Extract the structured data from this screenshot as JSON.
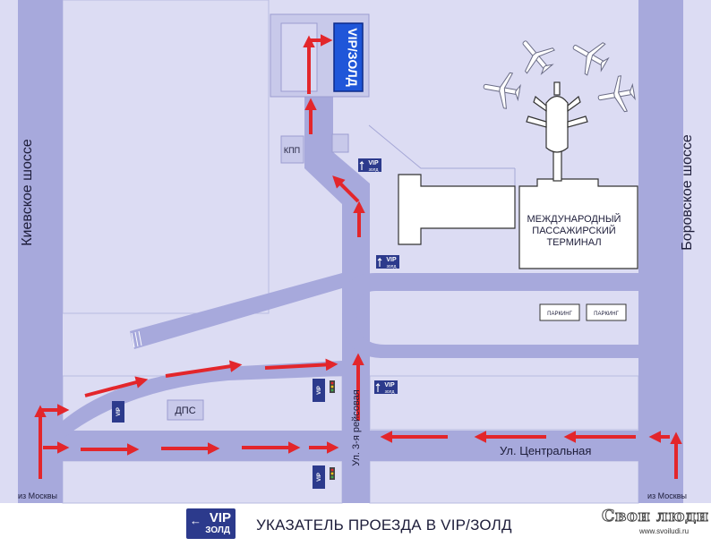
{
  "map": {
    "road_left": "Киевское шоссе",
    "road_right": "Боровское шоссе",
    "street_central": "Ул. Центральная",
    "street_reis": "Ул. 3-я рейсовая",
    "from_moscow_left": "из Москвы",
    "from_moscow_right": "из Москвы",
    "kpp": "КПП",
    "dps": "ДПС",
    "vip_building": "VIP/ЗОЛД",
    "terminal_line1": "МЕЖДУНАРОДНЫЙ",
    "terminal_line2": "ПАССАЖИРСКИЙ",
    "terminal_line3": "ТЕРМИНАЛ",
    "parking1": "ПАРКИНГ",
    "parking2": "ПАРКИНГ",
    "sign_vip": "VIP",
    "sign_zold": "золд"
  },
  "legend": {
    "sign_vip": "VIP",
    "sign_zold": "ЗОЛД",
    "text": "УКАЗАТЕЛЬ ПРОЕЗДА В VIP/ЗОЛД"
  },
  "watermark": {
    "brand": "Свои люди",
    "url": "www.svoiludi.ru"
  },
  "colors": {
    "background": "#dcdcf3",
    "road": "#a7a9dc",
    "arrow": "#e3262b",
    "sign": "#2c3a8c",
    "vip_building": "#1f56d9"
  }
}
